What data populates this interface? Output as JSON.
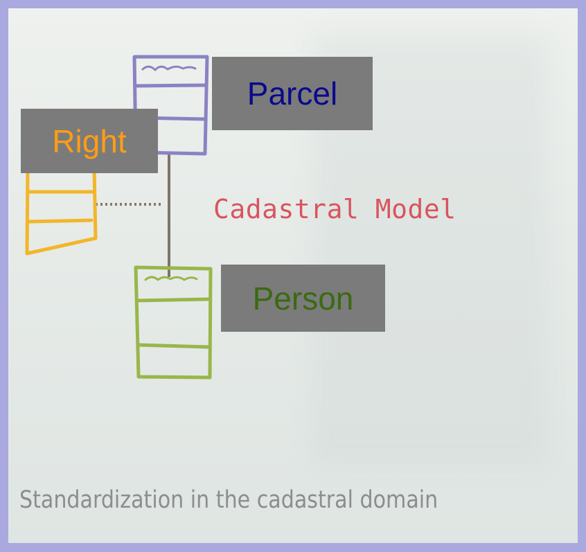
{
  "diagram": {
    "labels": {
      "parcel": "Parcel",
      "right": "Right",
      "person": "Person"
    },
    "title": "Cadastral Model",
    "caption": "Standardization in the cadastral domain"
  },
  "colors": {
    "frame": "#a9a9df",
    "parcel_text": "#0a0a8c",
    "right_text": "#ff9d14",
    "person_text": "#3a6a12",
    "label_background": "#7b7b7b",
    "title_text": "#d9545e",
    "caption_text": "#8d8d8d",
    "parcel_class_stroke": "#8b82c4",
    "right_class_stroke": "#f2b62a",
    "person_class_stroke": "#99b64a"
  }
}
